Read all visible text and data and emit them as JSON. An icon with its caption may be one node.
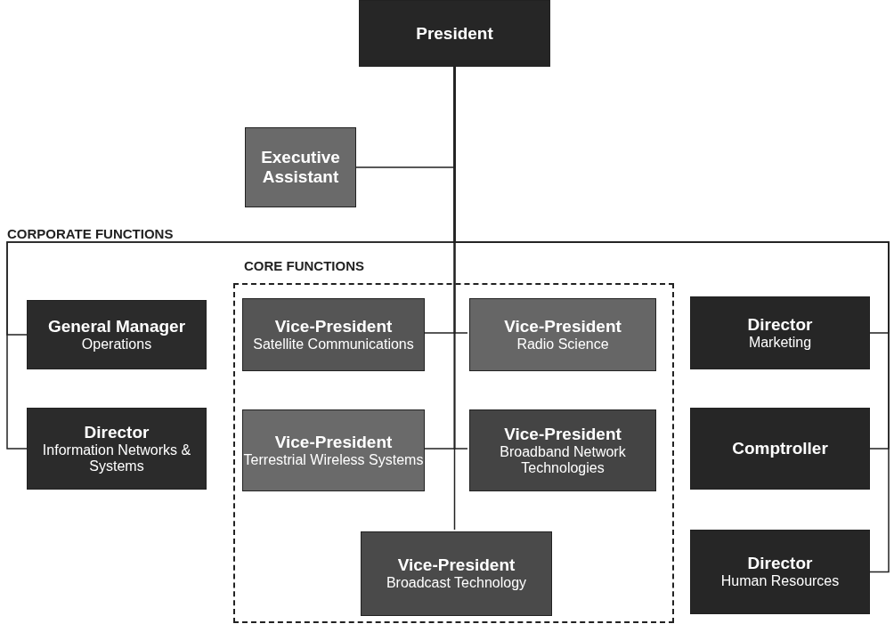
{
  "diagram": {
    "nodes": [
      {
        "text": [
          "President"
        ]
      },
      {
        "text": [
          "Executive Assistant"
        ]
      },
      {
        "text": [
          "General Manager",
          "Operations"
        ]
      },
      {
        "text": [
          "Director",
          "Information Networks & Systems"
        ]
      },
      {
        "text": [
          "CORE FUNCTIONS"
        ]
      },
      {
        "text": [
          "Vice-President",
          "Satellite Communications"
        ],
        "in": 4
      },
      {
        "text": [
          "Vice-President",
          "Radio Science"
        ],
        "in": 4
      },
      {
        "text": [
          "Vice-President",
          "Terrestrial Wireless Systems"
        ],
        "in": 4
      },
      {
        "text": [
          "Vice-President",
          "Broadband Network Technologies"
        ],
        "in": 4
      },
      {
        "text": [
          "Vice-President",
          "Broadcast Technology"
        ],
        "in": 4
      },
      {
        "text": [
          "Director",
          "Marketing"
        ]
      },
      {
        "text": [
          "Comptroller"
        ]
      },
      {
        "text": [
          "Director",
          "Human Resources"
        ]
      }
    ],
    "edges": [
      {
        "from": 0,
        "to": 1,
        "arrow": "none"
      },
      {
        "from": 0,
        "to": 2,
        "arrow": "none"
      },
      {
        "from": 0,
        "to": 3,
        "arrow": "none"
      },
      {
        "from": 0,
        "to": 5,
        "arrow": "none"
      },
      {
        "from": 0,
        "to": 6,
        "arrow": "none"
      },
      {
        "from": 0,
        "to": 7,
        "arrow": "none"
      },
      {
        "from": 0,
        "to": 8,
        "arrow": "none"
      },
      {
        "from": 0,
        "to": 9,
        "arrow": "none"
      },
      {
        "from": 0,
        "to": 10,
        "arrow": "none"
      },
      {
        "from": 0,
        "to": 11,
        "arrow": "none"
      },
      {
        "from": 0,
        "to": 12,
        "arrow": "none"
      }
    ],
    "labels": [
      "CORPORATE FUNCTIONS"
    ]
  }
}
